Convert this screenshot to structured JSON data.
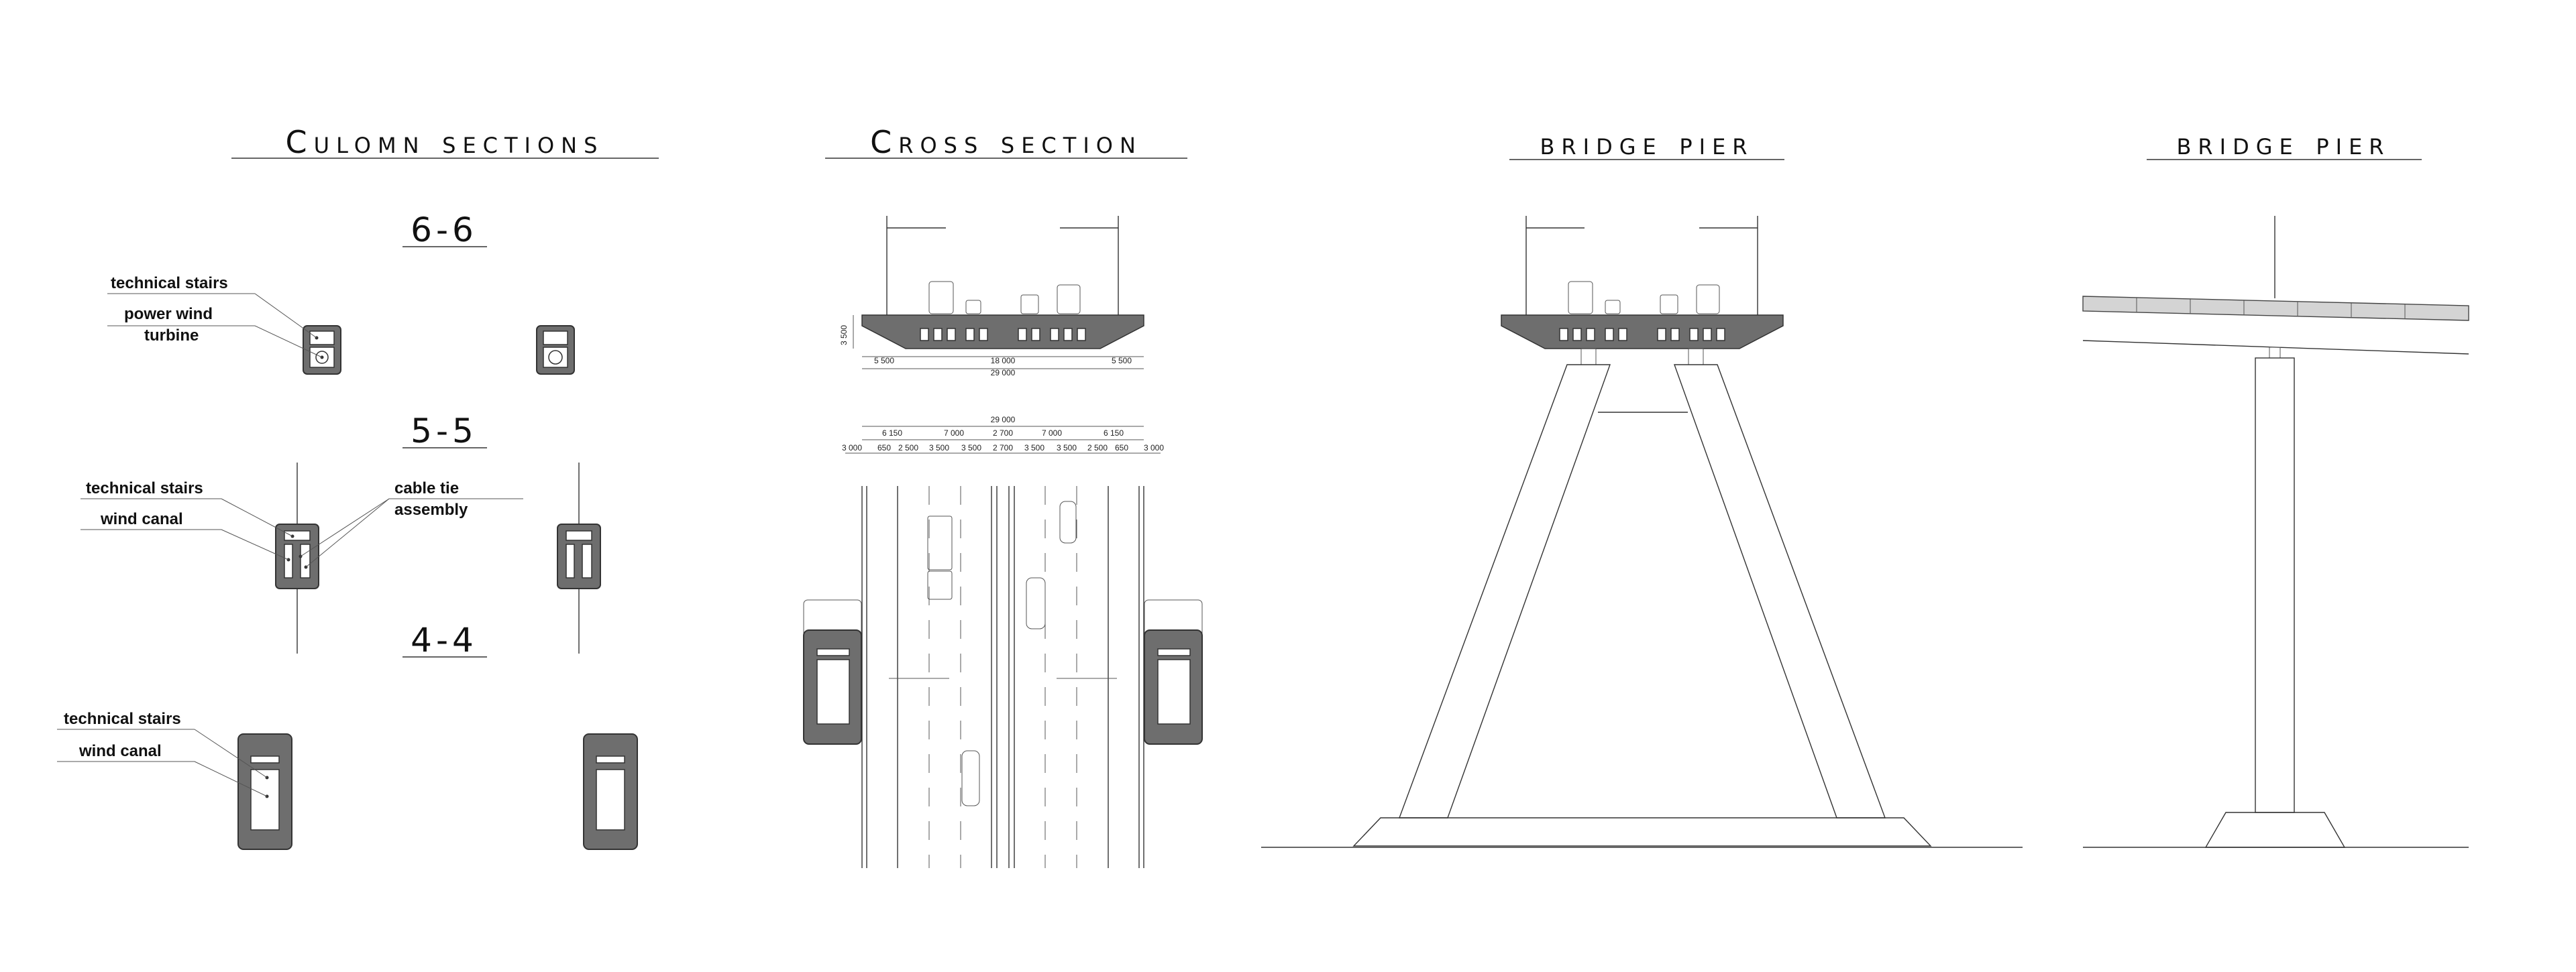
{
  "titles": {
    "column_sections": "Culomn sections",
    "cross_section": "Cross section",
    "bridge_pier_front": "bridge pier",
    "bridge_pier_side": "bridge pier"
  },
  "sections": {
    "s66": "6-6",
    "s55": "5-5",
    "s44": "4-4"
  },
  "labels": {
    "tech_stairs_66": "technical stairs",
    "power_wind_1": "power wind",
    "power_wind_2": "turbine",
    "tech_stairs_55": "technical stairs",
    "wind_canal_55": "wind canal",
    "cable_tie_1": "cable tie",
    "cable_tie_2": "assembly",
    "tech_stairs_44": "technical stairs",
    "wind_canal_44": "wind canal"
  },
  "dimensions": {
    "deck_height": "3 500",
    "deck_left": "5 500",
    "deck_mid": "18 000",
    "deck_right": "5 500",
    "deck_total": "29 000",
    "plan_total": "29 000",
    "plan_top_row": [
      "6 150",
      "7 000",
      "2 700",
      "7 000",
      "6 150"
    ],
    "plan_bottom_row": [
      "3 000",
      "650",
      "2 500",
      "3 500",
      "3 500",
      "2 700",
      "3 500",
      "3 500",
      "2 500",
      "650",
      "3 000"
    ]
  }
}
